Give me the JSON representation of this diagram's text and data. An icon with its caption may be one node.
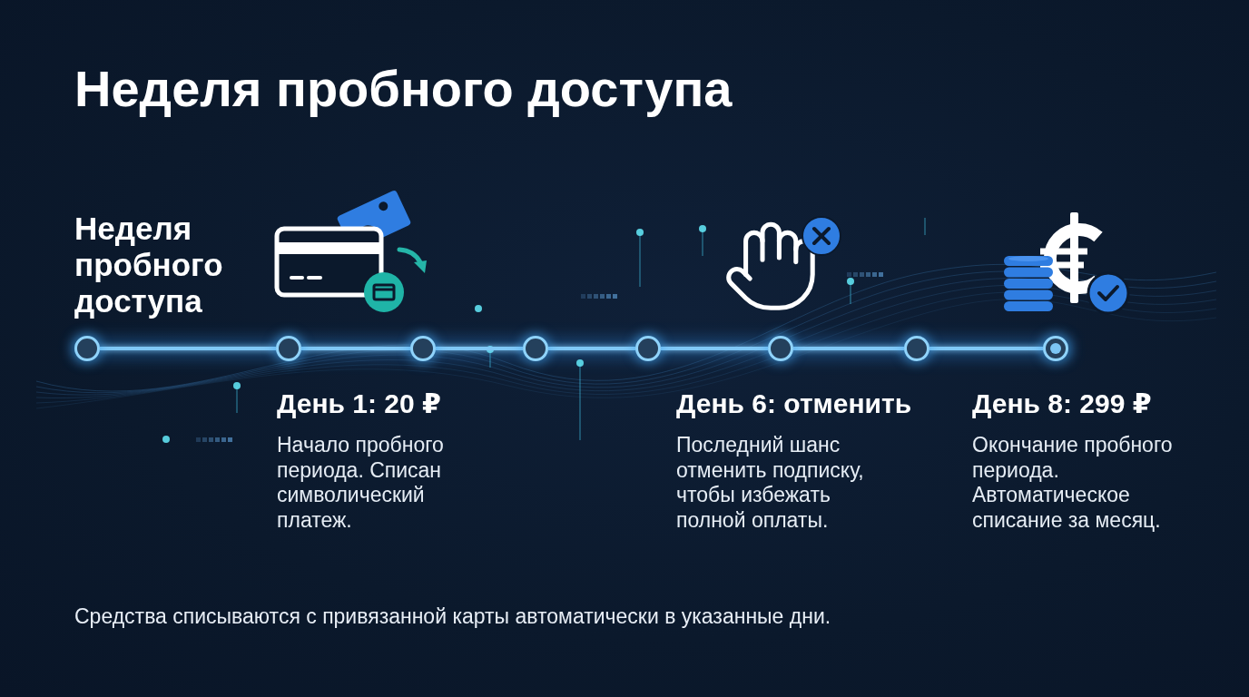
{
  "diagram": {
    "title": "Неделя пробного доступа",
    "nodes": [
      {
        "text": [],
        "shape": "circle",
        "beside": [
          "Неделя пробного доступа"
        ]
      },
      {
        "text": [],
        "shape": "circle",
        "beside": [
          "День 1: 20 ₽",
          "Начало пробного периода. Списан символический платеж."
        ]
      },
      {
        "text": [],
        "shape": "circle"
      },
      {
        "text": [],
        "shape": "circle"
      },
      {
        "text": [],
        "shape": "circle"
      },
      {
        "text": [],
        "shape": "circle",
        "beside": [
          "День 6: отменить",
          "Последний шанс отменить подписку, чтобы избежать полной оплаты."
        ]
      },
      {
        "text": [],
        "shape": "circle"
      },
      {
        "text": [],
        "shape": "circle",
        "beside": [
          "День 8: 299 ₽",
          "Окончание пробного периода. Автоматическое списание за месяц."
        ]
      }
    ],
    "edges": [
      {
        "from": 0,
        "to": 1,
        "arrow": "none"
      },
      {
        "from": 1,
        "to": 2,
        "arrow": "none"
      },
      {
        "from": 2,
        "to": 3,
        "arrow": "none"
      },
      {
        "from": 3,
        "to": 4,
        "arrow": "none"
      },
      {
        "from": 4,
        "to": 5,
        "arrow": "none"
      },
      {
        "from": 5,
        "to": 6,
        "arrow": "none"
      },
      {
        "from": 6,
        "to": 7,
        "arrow": "none"
      }
    ],
    "caption": "Средства списываются с привязанной карты автоматически в указанные дни."
  }
}
